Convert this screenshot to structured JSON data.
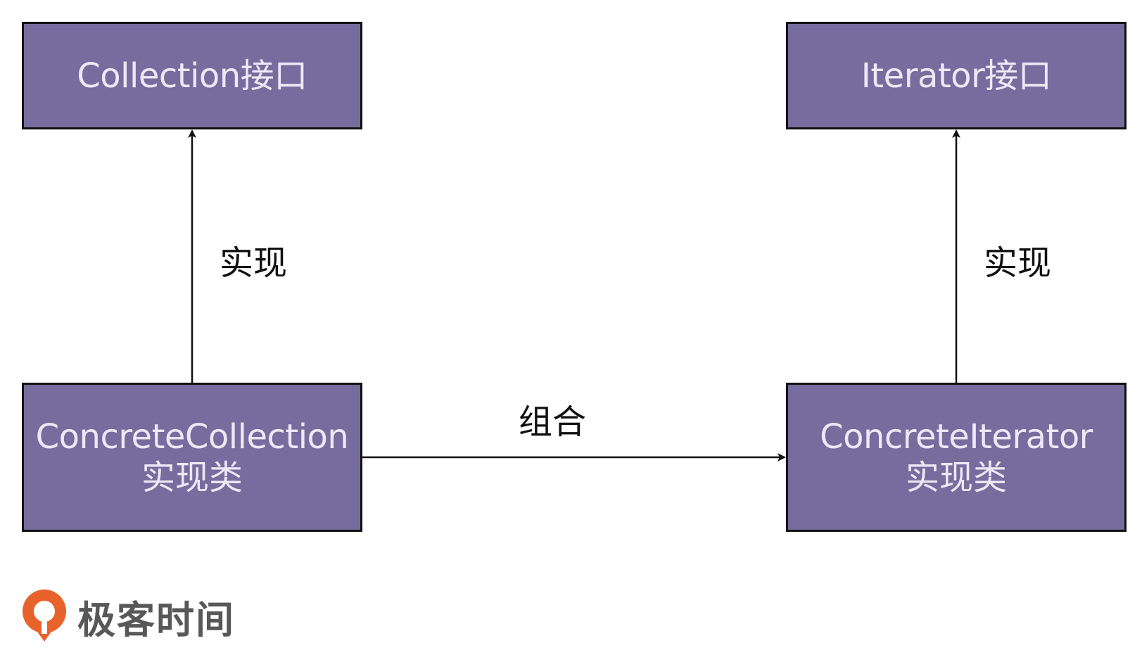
{
  "diagram": {
    "nodes": {
      "collection_interface": {
        "line1": "Collection接口"
      },
      "iterator_interface": {
        "line1": "Iterator接口"
      },
      "concrete_collection": {
        "line1": "ConcreteCollection",
        "line2": "实现类"
      },
      "concrete_iterator": {
        "line1": "ConcreteIterator",
        "line2": "实现类"
      }
    },
    "edges": {
      "left_implements": {
        "label": "实现"
      },
      "right_implements": {
        "label": "实现"
      },
      "composition": {
        "label": "组合"
      }
    }
  },
  "logo": {
    "text": "极客时间"
  },
  "colors": {
    "node_fill": "#766c9e",
    "node_border": "#111111",
    "node_text": "#ece8f6",
    "edge": "#111111",
    "logo_orange": "#e8622b"
  }
}
